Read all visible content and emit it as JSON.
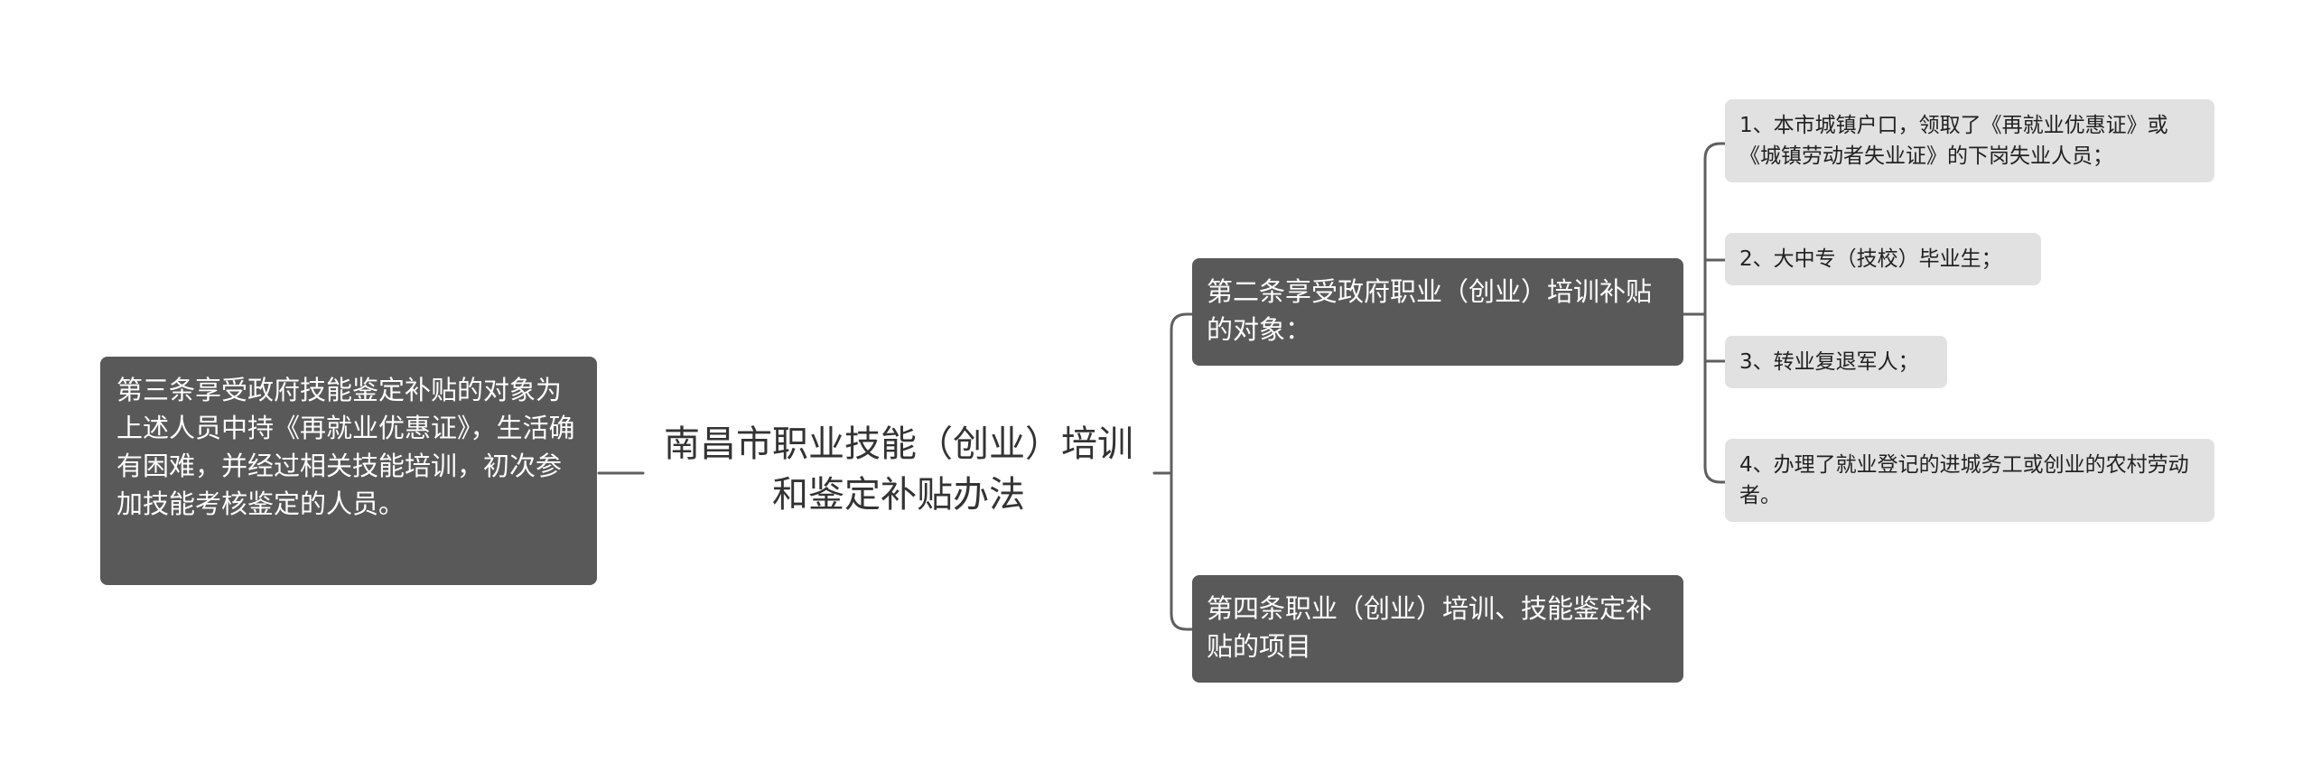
{
  "root": {
    "title": "南昌市职业技能（创业）培训和鉴定补贴办法"
  },
  "left_topic": {
    "text": "第三条享受政府技能鉴定补贴的对象为上述人员中持《再就业优惠证》，生活确有困难，并经过相关技能培训，初次参加技能考核鉴定的人员。"
  },
  "right_topics": [
    {
      "text": "第二条享受政府职业（创业）培训补贴的对象：",
      "children": [
        "1、本市城镇户口，领取了《再就业优惠证》或《城镇劳动者失业证》的下岗失业人员；",
        "2、大中专（技校）毕业生；",
        "3、转业复退军人；",
        "4、办理了就业登记的进城务工或创业的农村劳动者。"
      ]
    },
    {
      "text": "第四条职业（创业）培训、技能鉴定补贴的项目"
    }
  ],
  "colors": {
    "dark_node": "#595959",
    "light_node": "#e1e1e1",
    "connector": "#5f5f5f"
  }
}
